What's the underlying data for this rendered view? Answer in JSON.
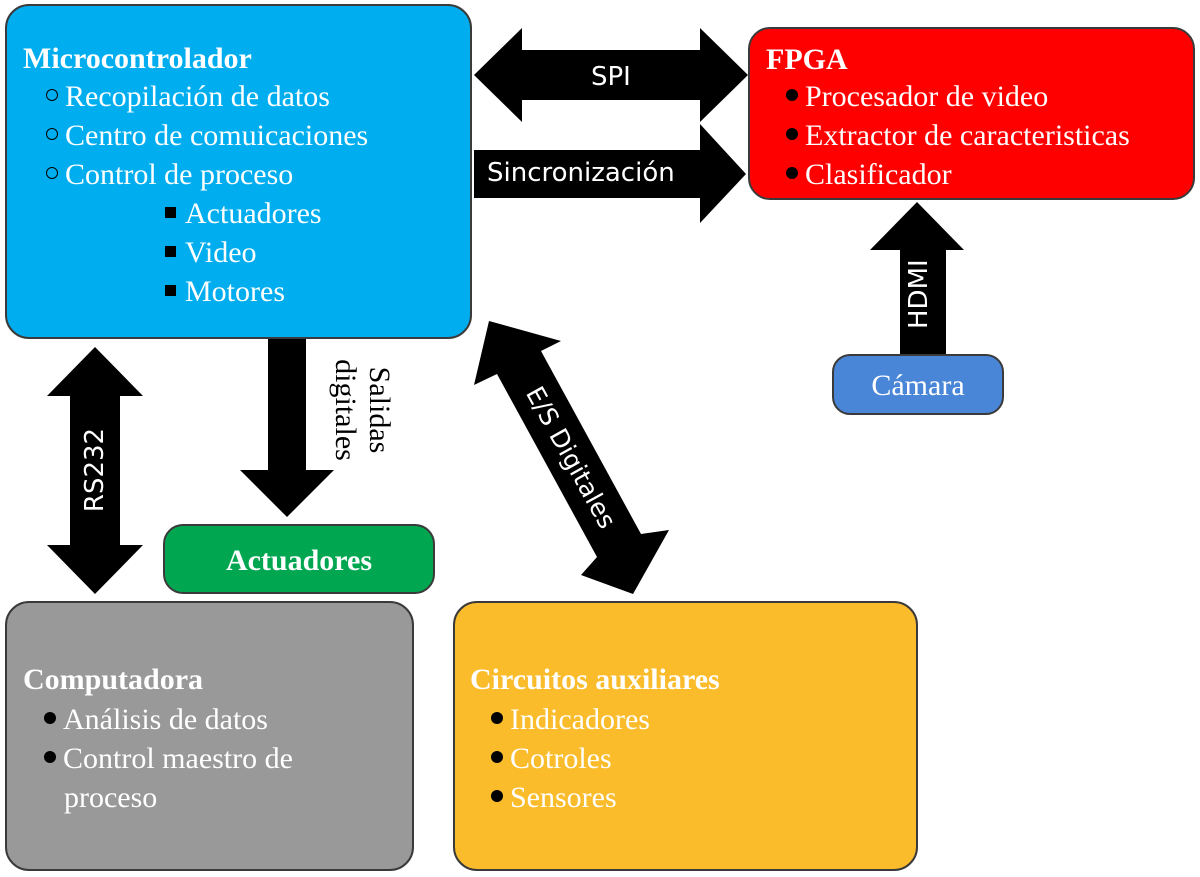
{
  "microcontrolador": {
    "title": "Microcontrolador",
    "items": [
      "Recopilación de datos",
      "Centro de comuicaciones",
      "Control de proceso"
    ],
    "subitems": [
      "Actuadores",
      "Video",
      "Motores"
    ]
  },
  "fpga": {
    "title": "FPGA",
    "items": [
      "Procesador de video",
      "Extractor de caracteristicas",
      "Clasificador"
    ]
  },
  "camara": {
    "label": "Cámara"
  },
  "actuadores": {
    "label": "Actuadores"
  },
  "computadora": {
    "title": "Computadora",
    "items": [
      "Análisis de datos",
      "Control maestro de",
      "proceso"
    ]
  },
  "circuitos": {
    "title": "Circuitos auxiliares",
    "items": [
      "Indicadores",
      "Cotroles",
      "Sensores"
    ]
  },
  "connections": {
    "spi": "SPI",
    "sincronizacion": "Sincronización",
    "hdmi": "HDMI",
    "salidas_line1": "Salidas",
    "salidas_line2": "digitales",
    "rs232": "RS232",
    "es_digitales": "E/S Digitales"
  },
  "colors": {
    "microcontrolador": "#00aeef",
    "fpga": "#ff0000",
    "camara": "#4a86d8",
    "actuadores": "#00a650",
    "computadora": "#999999",
    "circuitos": "#fbbc2c",
    "arrow": "#000000"
  }
}
